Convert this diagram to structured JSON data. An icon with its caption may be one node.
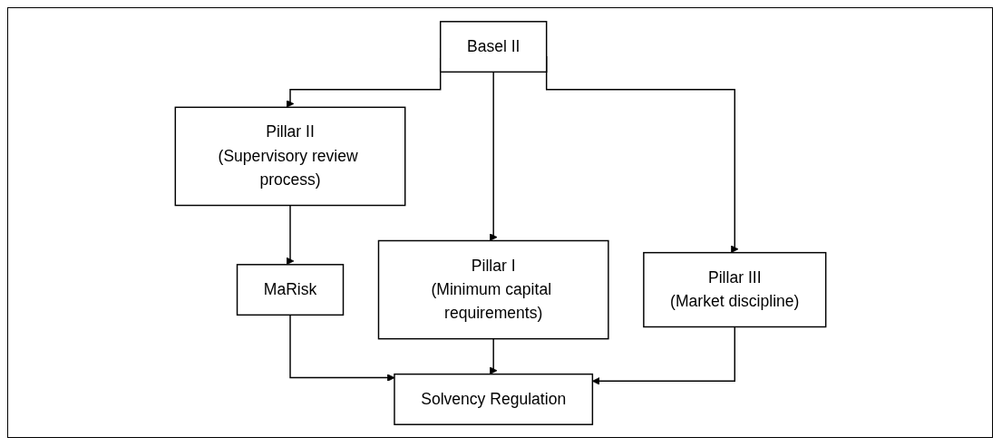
{
  "diagram": {
    "nodes": [
      {
        "text": [
          "Basel II"
        ]
      },
      {
        "text": [
          "Pillar I",
          "(Minimum capital requirements)"
        ]
      },
      {
        "text": [
          "Pillar II",
          "(Supervisory review process)"
        ]
      },
      {
        "text": [
          "Pillar III",
          "(Market discipline)"
        ]
      },
      {
        "text": [
          "MaRisk"
        ]
      },
      {
        "text": [
          "Solvency Regulation"
        ]
      }
    ],
    "edges": [
      {
        "from": 0,
        "to": 1,
        "arrow": "to"
      },
      {
        "from": 0,
        "to": 2,
        "arrow": "to"
      },
      {
        "from": 0,
        "to": 3,
        "arrow": "to"
      },
      {
        "from": 2,
        "to": 4,
        "arrow": "to"
      },
      {
        "from": 4,
        "to": 5,
        "arrow": "to"
      },
      {
        "from": 1,
        "to": 5,
        "arrow": "to"
      },
      {
        "from": 3,
        "to": 5,
        "arrow": "to"
      }
    ]
  }
}
